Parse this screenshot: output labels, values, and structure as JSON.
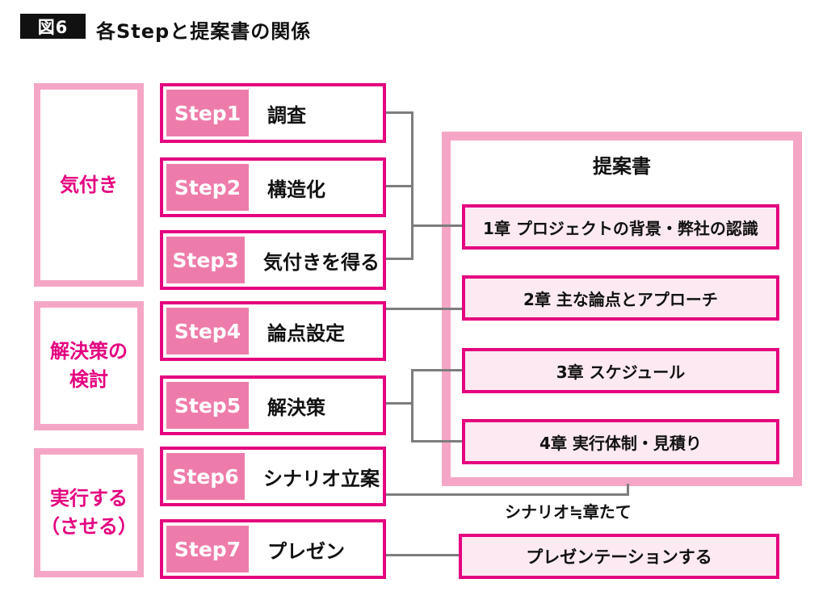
{
  "header": {
    "badge": "図6",
    "title": "各Stepと提案書の関係"
  },
  "phases": [
    {
      "label": "気付き"
    },
    {
      "label": "解決策の\n検討"
    },
    {
      "label": "実行する\n（させる）"
    }
  ],
  "steps": [
    {
      "tag": "Step1",
      "name": "調査"
    },
    {
      "tag": "Step2",
      "name": "構造化"
    },
    {
      "tag": "Step3",
      "name": "気付きを得る"
    },
    {
      "tag": "Step4",
      "name": "論点設定"
    },
    {
      "tag": "Step5",
      "name": "解決策"
    },
    {
      "tag": "Step6",
      "name": "シナリオ立案"
    },
    {
      "tag": "Step7",
      "name": "プレゼン"
    }
  ],
  "proposal": {
    "title": "提案書",
    "chapters": [
      "1章 プロジェクトの背景・弊社の認識",
      "2章 主な論点とアプローチ",
      "3章 スケジュール",
      "4章 実行体制・見積り"
    ]
  },
  "annotations": {
    "scenario_note": "シナリオ≒章たて",
    "present_action": "プレゼンテーションする"
  },
  "colors": {
    "magenta": "#E4007F",
    "step_tag_pink": "#EE7CAB",
    "light_pink_border": "#F5A6C6",
    "chapter_fill": "#FCE9F1",
    "connector_gray": "#7d7d7d",
    "badge_black": "#111111"
  }
}
